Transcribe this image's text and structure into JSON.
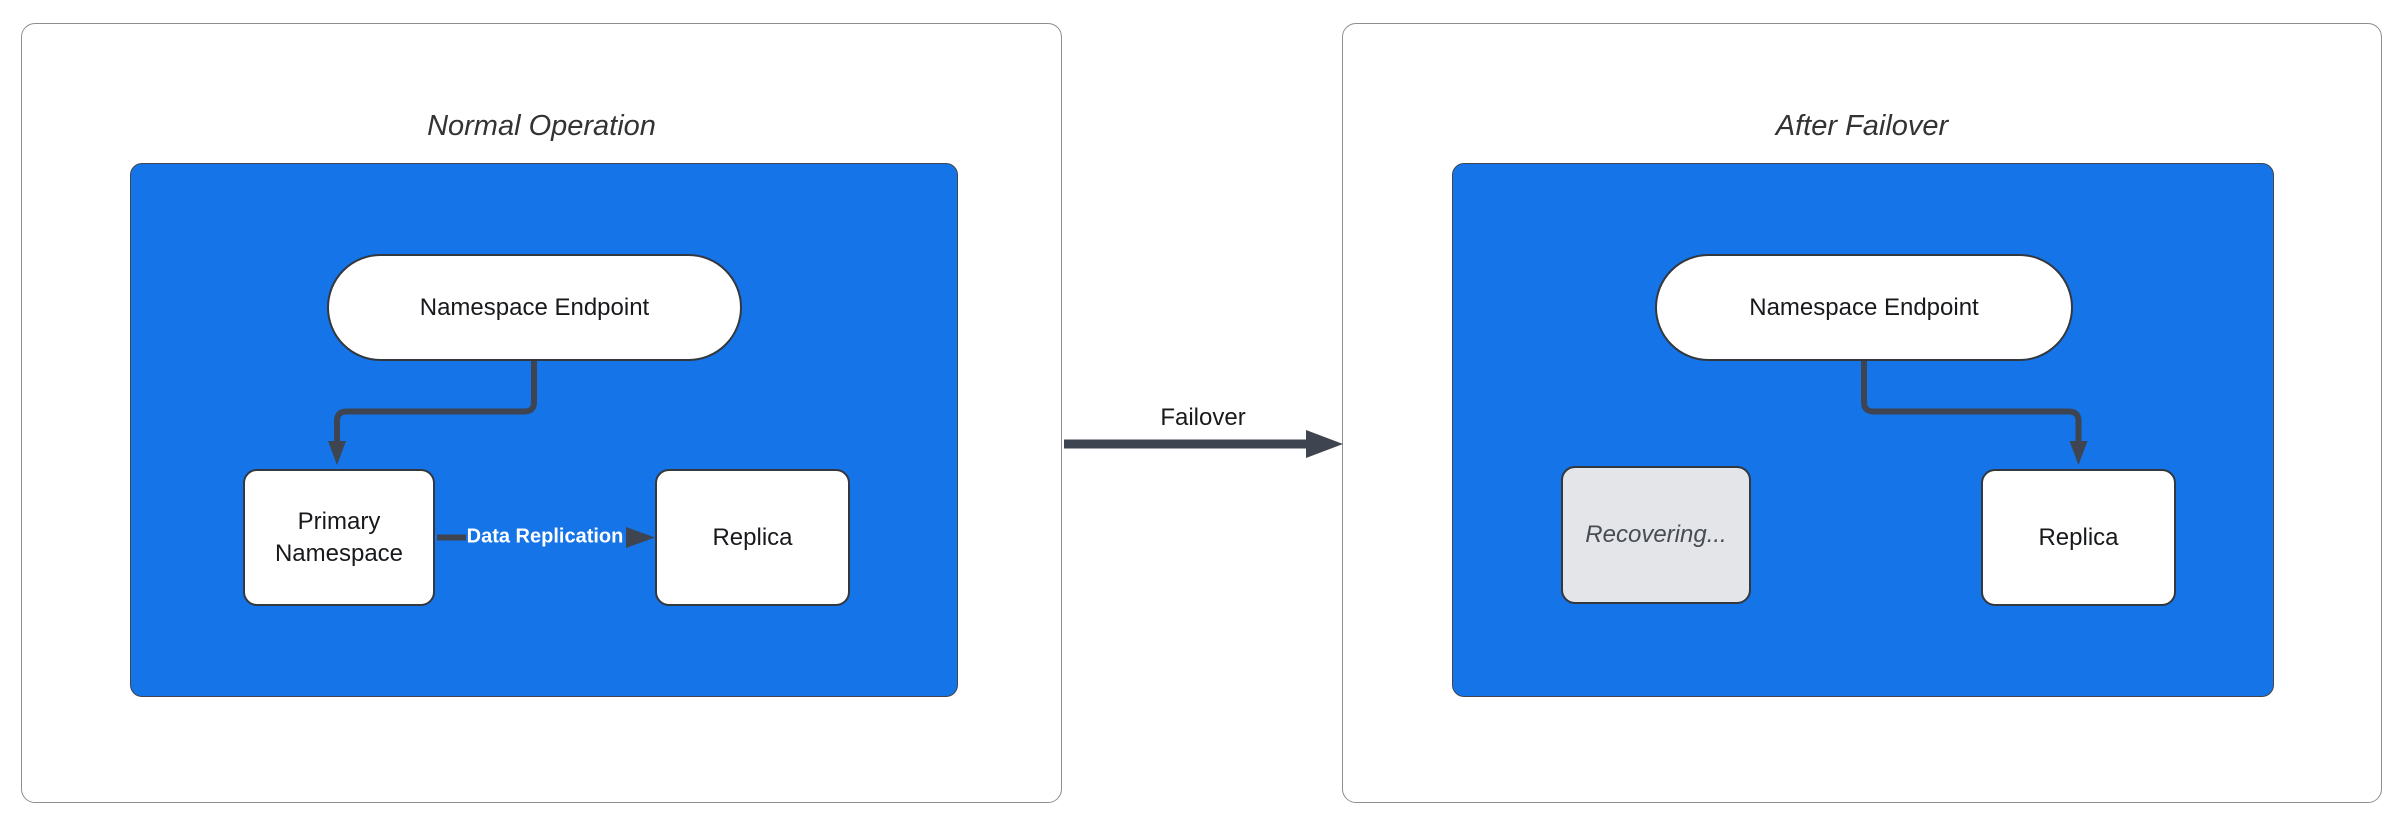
{
  "diagram": {
    "left_panel": {
      "title": "Normal Operation",
      "endpoint_label": "Namespace Endpoint",
      "primary_label": "Primary Namespace",
      "replica_label": "Replica",
      "replication_edge_label": "Data Replication"
    },
    "right_panel": {
      "title": "After Failover",
      "endpoint_label": "Namespace Endpoint",
      "recovering_label": "Recovering...",
      "replica_label": "Replica"
    },
    "transition_label": "Failover",
    "colors": {
      "cluster_blue": "#1474e8",
      "node_fill": "#ffffff",
      "node_border": "#33373e",
      "node_text": "#17191c",
      "arrow": "#3f4550",
      "edge_label_text": "#ffffff",
      "panel_border": "#8e8e8e",
      "title_text": "#333333",
      "recovering_fill": "#e4e5e8",
      "recovering_text": "#474c55"
    }
  }
}
